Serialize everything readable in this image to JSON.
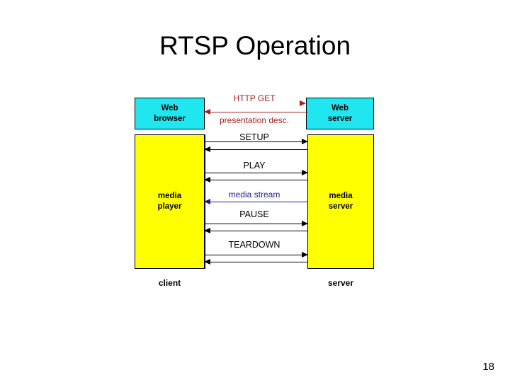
{
  "slide": {
    "title": "RTSP Operation",
    "page_number": "18"
  },
  "colors": {
    "node_http": "#20E6F0",
    "node_media": "#FFFF00",
    "http_message": "#A62020",
    "rtsp_message": "#000000",
    "media_stream": "#1A1A8C",
    "background": "#FFFFFF"
  },
  "diagram": {
    "type": "sequence-diagram",
    "nodes": [
      {
        "id": "web-browser",
        "line1": "Web",
        "line2": "browser",
        "color": "#20E6F0",
        "side": "client"
      },
      {
        "id": "web-server",
        "line1": "Web",
        "line2": "server",
        "color": "#20E6F0",
        "side": "server"
      },
      {
        "id": "media-player",
        "line1": "media",
        "line2": "player",
        "color": "#FFFF00",
        "side": "client"
      },
      {
        "id": "media-server",
        "line1": "media",
        "line2": "server",
        "color": "#FFFF00",
        "side": "server"
      }
    ],
    "endpoint_labels": {
      "client": "client",
      "server": "server"
    },
    "messages": [
      {
        "id": "http-get",
        "label": "HTTP GET",
        "direction": "client-to-server",
        "color": "#A62020"
      },
      {
        "id": "presentation-desc",
        "label": "presentation desc.",
        "direction": "server-to-client",
        "color": "#A62020"
      },
      {
        "id": "setup",
        "label": "SETUP",
        "direction": "client-to-server",
        "color": "#000000"
      },
      {
        "id": "setup-reply",
        "label": "",
        "direction": "server-to-client",
        "color": "#000000"
      },
      {
        "id": "play",
        "label": "PLAY",
        "direction": "client-to-server",
        "color": "#000000"
      },
      {
        "id": "play-reply",
        "label": "",
        "direction": "server-to-client",
        "color": "#000000"
      },
      {
        "id": "media-stream",
        "label": "media stream",
        "direction": "server-to-client",
        "color": "#1A1A8C"
      },
      {
        "id": "pause",
        "label": "PAUSE",
        "direction": "client-to-server",
        "color": "#000000"
      },
      {
        "id": "pause-reply",
        "label": "",
        "direction": "server-to-client",
        "color": "#000000"
      },
      {
        "id": "teardown",
        "label": "TEARDOWN",
        "direction": "client-to-server",
        "color": "#000000"
      },
      {
        "id": "teardown-reply",
        "label": "",
        "direction": "server-to-client",
        "color": "#000000"
      }
    ]
  }
}
